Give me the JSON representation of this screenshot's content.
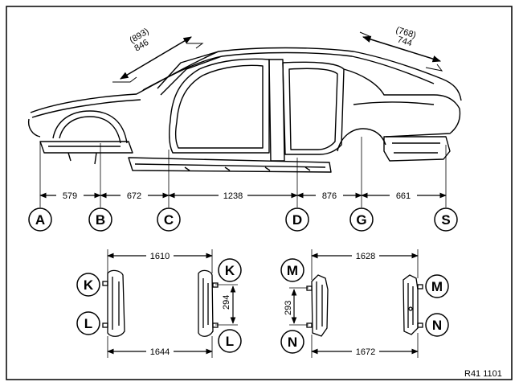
{
  "diagram": {
    "reference": "R41 1101",
    "side_view": {
      "roof_front": {
        "value": "846",
        "alt": "(893)"
      },
      "roof_rear": {
        "value": "744",
        "alt": "(768)"
      },
      "segments": [
        "579",
        "672",
        "1238",
        "876",
        "661"
      ],
      "points": [
        "A",
        "B",
        "C",
        "D",
        "G",
        "S"
      ]
    },
    "front_view": {
      "top": "1610",
      "bottom": "1644",
      "vertical": "294",
      "points": [
        "K",
        "L",
        "K",
        "L"
      ]
    },
    "rear_view": {
      "top": "1628",
      "bottom": "1672",
      "vertical": "293",
      "points": [
        "M",
        "N",
        "M",
        "N"
      ]
    }
  }
}
